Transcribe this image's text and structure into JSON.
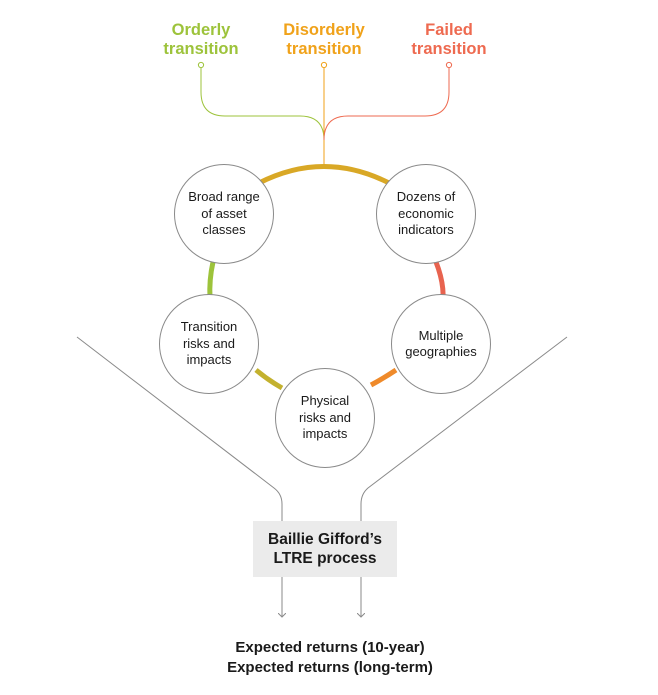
{
  "scenarios": {
    "orderly": {
      "label": "Orderly\ntransition",
      "color": "#9dc33b"
    },
    "disorderly": {
      "label": "Disorderly\ntransition",
      "color": "#f0a21a"
    },
    "failed": {
      "label": "Failed\ntransition",
      "color": "#ee6a50"
    }
  },
  "factors": {
    "asset_classes": "Broad range\nof asset\nclasses",
    "economic_indicators": "Dozens of\neconomic\nindicators",
    "transition_risks": "Transition\nrisks and\nimpacts",
    "geographies": "Multiple\ngeographies",
    "physical_risks": "Physical\nrisks and\nimpacts"
  },
  "process": {
    "label": "Baillie Gifford’s\nLTRE process"
  },
  "outputs": {
    "ten_year": "Expected returns (10-year)",
    "long_term": "Expected returns (long-term)"
  },
  "colors": {
    "funnel_line": "#8a8a8a",
    "ring_yellow": "#d9a826",
    "ring_orange": "#ef8a2a",
    "ring_red": "#e8634f",
    "ring_green": "#9dc33b",
    "ring_olive": "#c3b12e"
  }
}
